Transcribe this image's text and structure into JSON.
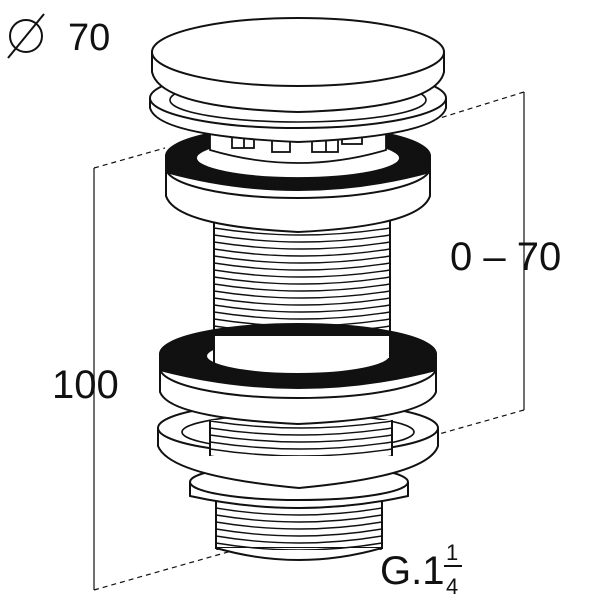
{
  "labels": {
    "diameter_symbol": "⌀",
    "diameter_value": "70",
    "height_total": "100",
    "adjust_range": "0 – 70",
    "thread_prefix": "G.1",
    "thread_frac_num": "1",
    "thread_frac_den": "4"
  },
  "colors": {
    "line": "#111111",
    "fill": "#ffffff",
    "gasket": "#111111",
    "shade": "#f2f2f2"
  }
}
